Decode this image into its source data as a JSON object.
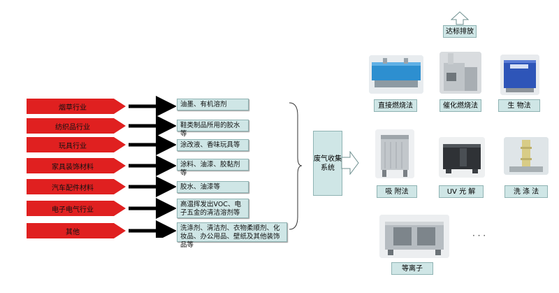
{
  "industries": [
    "烟草行业",
    "纺织品行业",
    "玩具行业",
    "家具装饰材料",
    "汽车配件材料",
    "电子电气行业",
    "其他"
  ],
  "sources": [
    "油墨、有机溶剂",
    "鞋类制品所用的胶水等",
    "涂改液、香味玩具等",
    "涂料、油漆、胶黏剂等",
    "胶水、油漆等",
    "高温挥发出VOC、电子五金的清洁溶剂等",
    "洗涤剂、清洁剂、衣物柔顺剂、化妆品、办公用品、壁纸及其他装饰品等"
  ],
  "collector": "废气收集系统",
  "discharge": "达标排放",
  "methods": {
    "direct_combustion": "直接燃烧法",
    "catalytic_combustion": "催化燃烧法",
    "biological": "生 物法",
    "adsorption": "吸 附法",
    "uv_photolysis": "UV 光 解",
    "washing": "洗 涤 法",
    "plasma": "等离子"
  },
  "ellipsis": "· · ·",
  "colors": {
    "industry_red": "#e02020",
    "box_fill": "#cfe6e6"
  }
}
